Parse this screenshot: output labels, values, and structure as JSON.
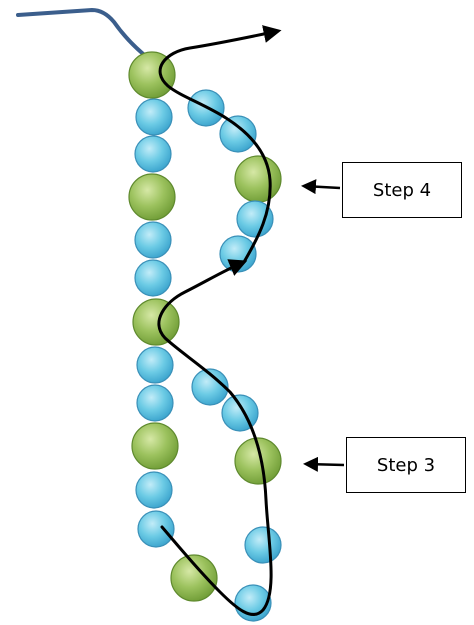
{
  "labels": {
    "step4": "Step 4",
    "step3": "Step 3"
  },
  "colors": {
    "blue_bead": "#5bc1de",
    "blue_bead_edge": "#3a90b8",
    "green_bead": "#8cb850",
    "green_bead_edge": "#5f8a2e",
    "thread": "#000000",
    "tail": "#3b5e8c"
  },
  "beads": {
    "left_column": [
      "green",
      "blue",
      "blue",
      "green",
      "blue",
      "blue",
      "green",
      "blue",
      "blue",
      "green",
      "blue",
      "blue"
    ],
    "upper_loop": [
      "blue",
      "blue",
      "green",
      "blue",
      "blue"
    ],
    "lower_loop": [
      "blue",
      "blue",
      "green",
      "blue",
      "green",
      "blue"
    ]
  }
}
